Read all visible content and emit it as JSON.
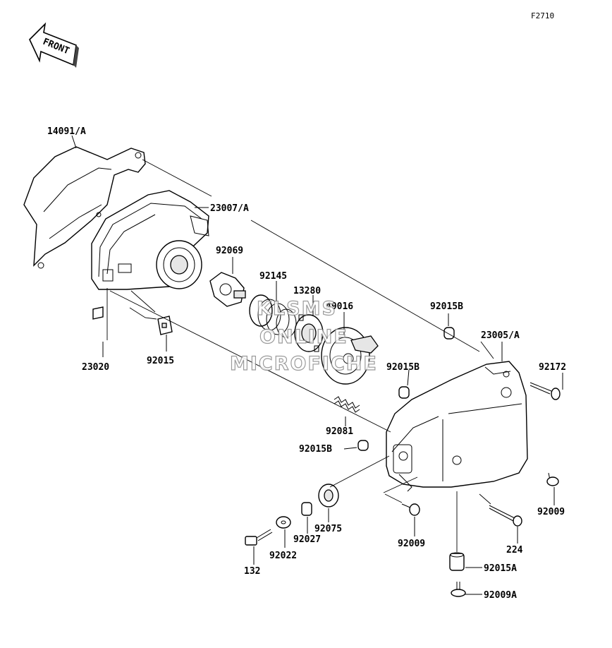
{
  "figure_code": "F2710",
  "front_label": "FRONT",
  "watermark": [
    "KLSMS",
    "ONLINE",
    "MICROFICHE"
  ],
  "parts": {
    "p14091A": "14091/A",
    "p23007A": "23007/A",
    "p92069": "92069",
    "p92145": "92145",
    "p13280": "13280",
    "p49016": "49016",
    "p92015B_top": "92015B",
    "p23005A": "23005/A",
    "p92172": "92172",
    "p92015B_mid": "92015B",
    "p23020": "23020",
    "p92015": "92015",
    "p92081": "92081",
    "p92015B_low": "92015B",
    "p92009_right": "92009",
    "p92075": "92075",
    "p92009_low": "92009",
    "p92027": "92027",
    "p224": "224",
    "p92022": "92022",
    "p132": "132",
    "p92015A": "92015A",
    "p92009A": "92009A"
  }
}
